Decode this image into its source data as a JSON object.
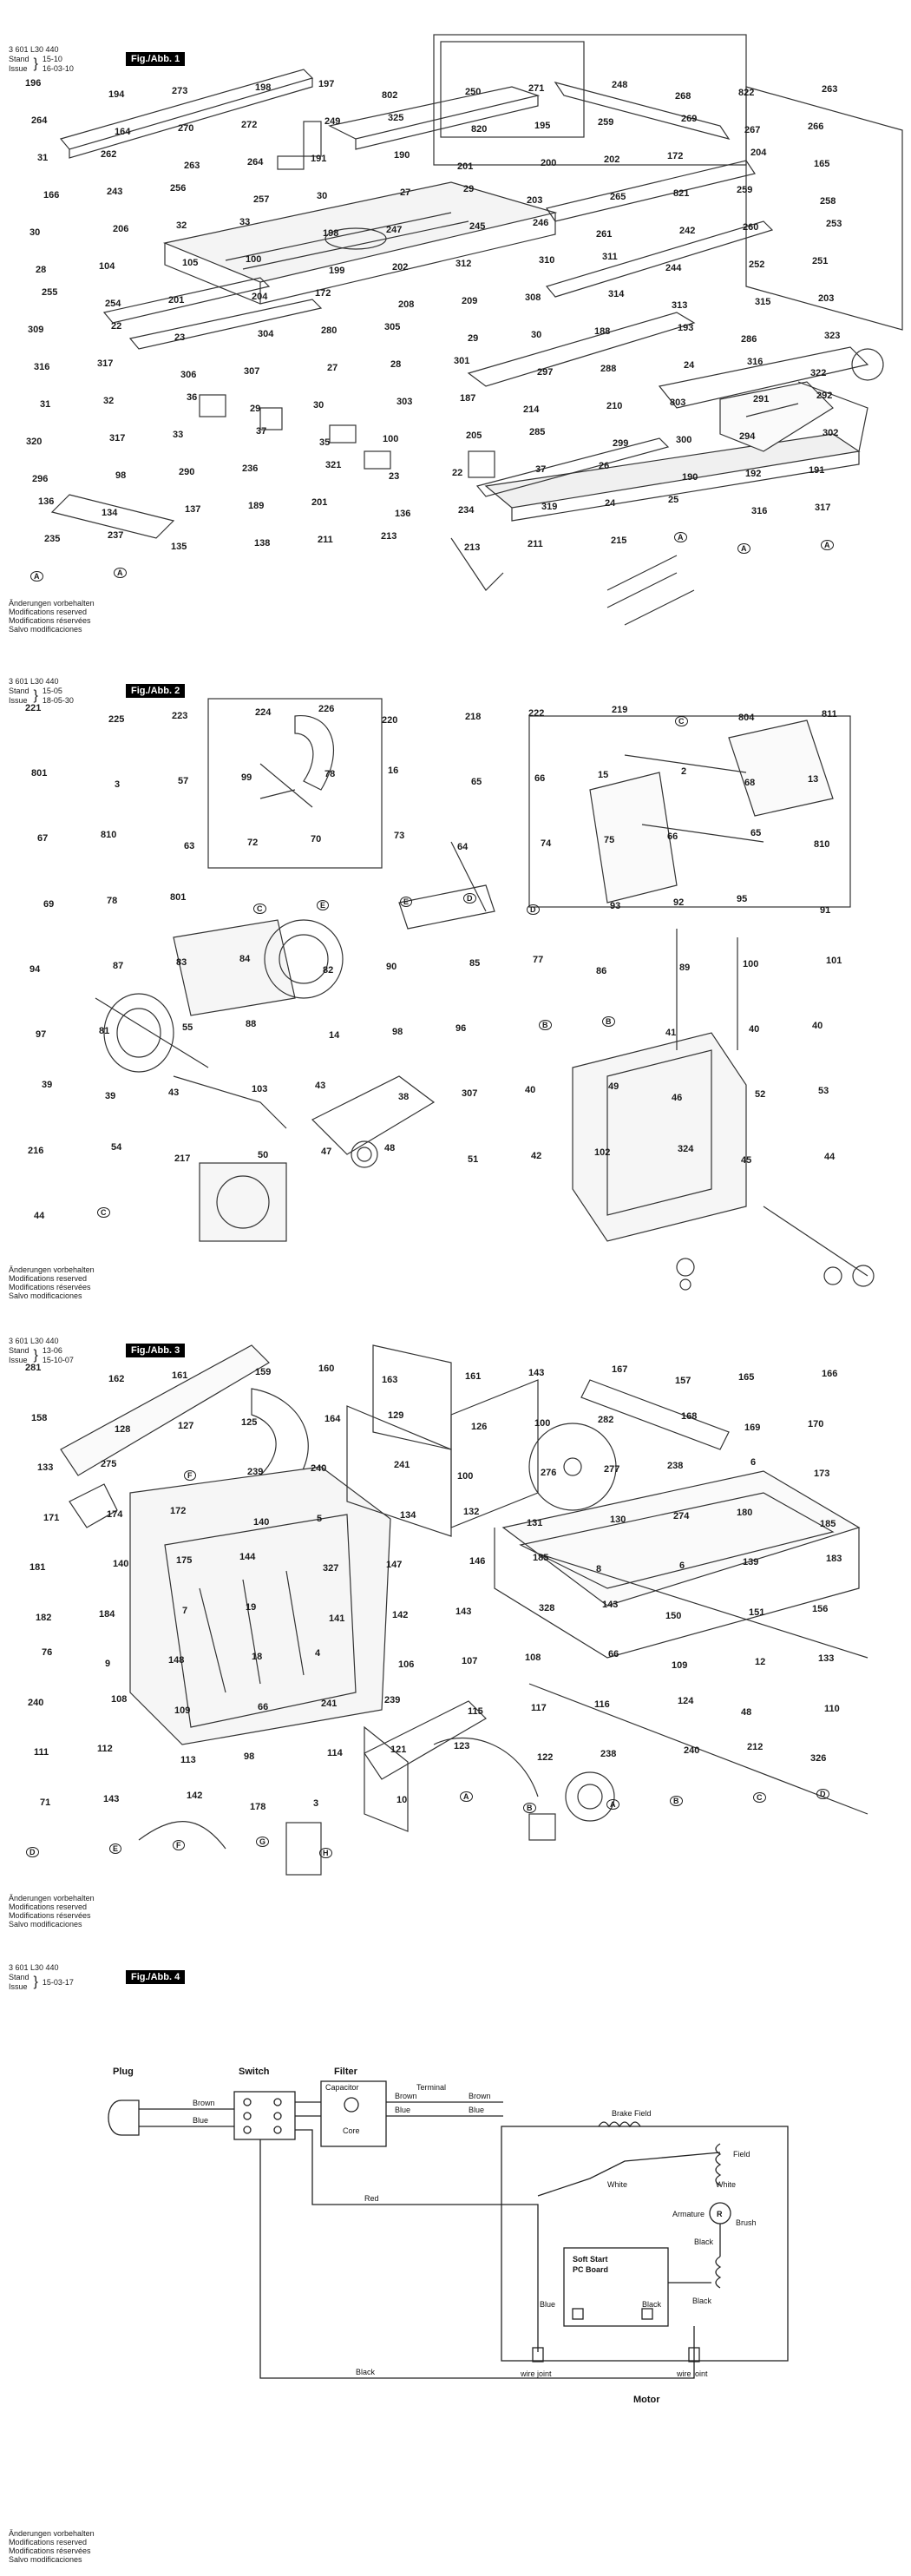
{
  "sheets": [
    {
      "part_no": "3 601 L30 440",
      "stand_label": "Stand",
      "issue_label": "Issue",
      "stand_value": "15-10",
      "issue_value": "16-03-10",
      "fig_label": "Fig./Abb. 1",
      "callouts": [
        "196",
        "194",
        "273",
        "198",
        "197",
        "802",
        "250",
        "271",
        "248",
        "268",
        "822",
        "263",
        "264",
        "164",
        "270",
        "272",
        "249",
        "325",
        "820",
        "195",
        "259",
        "269",
        "267",
        "266",
        "31",
        "262",
        "263",
        "264",
        "191",
        "190",
        "201",
        "200",
        "202",
        "172",
        "204",
        "165",
        "166",
        "243",
        "256",
        "257",
        "30",
        "27",
        "29",
        "203",
        "265",
        "821",
        "259",
        "258",
        "30",
        "206",
        "32",
        "33",
        "198",
        "247",
        "245",
        "246",
        "261",
        "242",
        "260",
        "253",
        "28",
        "104",
        "105",
        "100",
        "199",
        "202",
        "312",
        "310",
        "311",
        "244",
        "252",
        "251",
        "255",
        "254",
        "201",
        "204",
        "172",
        "208",
        "209",
        "308",
        "314",
        "313",
        "315",
        "203",
        "309",
        "22",
        "23",
        "304",
        "280",
        "305",
        "29",
        "30",
        "188",
        "193",
        "286",
        "323",
        "316",
        "317",
        "306",
        "307",
        "27",
        "28",
        "301",
        "297",
        "288",
        "24",
        "316",
        "322",
        "31",
        "32",
        "36",
        "29",
        "30",
        "303",
        "187",
        "214",
        "210",
        "803",
        "291",
        "292",
        "320",
        "317",
        "33",
        "37",
        "35",
        "100",
        "205",
        "285",
        "299",
        "300",
        "294",
        "302",
        "296",
        "98",
        "290",
        "236",
        "321",
        "23",
        "22",
        "37",
        "26",
        "190",
        "192",
        "191",
        "136",
        "134",
        "137",
        "189",
        "201",
        "136",
        "234",
        "319",
        "24",
        "25",
        "316",
        "317",
        "235",
        "237",
        "135",
        "138",
        "211",
        "213",
        "213",
        "211",
        "215",
        "A",
        "A",
        "A",
        "A",
        "A"
      ],
      "footer": [
        "Änderungen vorbehalten",
        "Modifications reserved",
        "Modifications réservées",
        "Salvo modificaciones"
      ]
    },
    {
      "part_no": "3 601 L30 440",
      "stand_label": "Stand",
      "issue_label": "Issue",
      "stand_value": "15-05",
      "issue_value": "18-05-30",
      "fig_label": "Fig./Abb. 2",
      "callouts": [
        "221",
        "225",
        "223",
        "224",
        "226",
        "220",
        "218",
        "222",
        "219",
        "C",
        "804",
        "811",
        "801",
        "3",
        "57",
        "99",
        "78",
        "16",
        "65",
        "66",
        "15",
        "2",
        "68",
        "13",
        "67",
        "810",
        "63",
        "72",
        "70",
        "73",
        "64",
        "74",
        "75",
        "66",
        "65",
        "810",
        "69",
        "78",
        "801",
        "C",
        "E",
        "E",
        "D",
        "D",
        "93",
        "92",
        "95",
        "91",
        "94",
        "87",
        "83",
        "84",
        "82",
        "90",
        "85",
        "77",
        "86",
        "89",
        "100",
        "101",
        "97",
        "81",
        "55",
        "88",
        "14",
        "98",
        "96",
        "B",
        "B",
        "41",
        "40",
        "40",
        "39",
        "39",
        "43",
        "103",
        "43",
        "38",
        "307",
        "40",
        "49",
        "46",
        "52",
        "53",
        "216",
        "54",
        "217",
        "50",
        "47",
        "48",
        "51",
        "42",
        "102",
        "324",
        "45",
        "44",
        "44",
        "C"
      ],
      "footer": [
        "Änderungen vorbehalten",
        "Modifications reserved",
        "Modifications réservées",
        "Salvo modificaciones"
      ]
    },
    {
      "part_no": "3 601 L30 440",
      "stand_label": "Stand",
      "issue_label": "Issue",
      "stand_value": "13-06",
      "issue_value": "15-10-07",
      "fig_label": "Fig./Abb. 3",
      "callouts": [
        "281",
        "162",
        "161",
        "159",
        "160",
        "163",
        "161",
        "143",
        "167",
        "157",
        "165",
        "166",
        "158",
        "128",
        "127",
        "125",
        "164",
        "129",
        "126",
        "100",
        "282",
        "168",
        "169",
        "170",
        "133",
        "275",
        "F",
        "239",
        "240",
        "241",
        "100",
        "276",
        "277",
        "238",
        "6",
        "173",
        "171",
        "174",
        "172",
        "140",
        "5",
        "134",
        "132",
        "131",
        "130",
        "274",
        "180",
        "185",
        "181",
        "140",
        "175",
        "144",
        "327",
        "147",
        "146",
        "185",
        "8",
        "6",
        "139",
        "183",
        "182",
        "184",
        "7",
        "19",
        "141",
        "142",
        "143",
        "328",
        "143",
        "150",
        "151",
        "156",
        "76",
        "9",
        "148",
        "18",
        "4",
        "106",
        "107",
        "108",
        "66",
        "109",
        "12",
        "133",
        "240",
        "108",
        "109",
        "66",
        "241",
        "239",
        "115",
        "117",
        "116",
        "124",
        "48",
        "110",
        "111",
        "112",
        "113",
        "98",
        "114",
        "121",
        "123",
        "122",
        "238",
        "240",
        "212",
        "326",
        "71",
        "143",
        "142",
        "178",
        "3",
        "10",
        "A",
        "B",
        "A",
        "B",
        "C",
        "D",
        "D",
        "E",
        "F",
        "G",
        "H"
      ],
      "footer": [
        "Änderungen vorbehalten",
        "Modifications reserved",
        "Modifications réservées",
        "Salvo modificaciones"
      ]
    },
    {
      "part_no": "3 601 L30 440",
      "stand_label": "Stand",
      "issue_label": "Issue",
      "stand_value": "",
      "issue_value": "15-03-17",
      "fig_label": "Fig./Abb. 4",
      "wiring": {
        "plug": "Plug",
        "switch": "Switch",
        "filter": "Filter",
        "capacitor": "Capacitor",
        "terminal": "Terminal",
        "brown": "Brown",
        "blue": "Blue",
        "core": "Core",
        "red": "Red",
        "black": "Black",
        "white": "White",
        "brake_field": "Brake Field",
        "field": "Field",
        "armature": "Armature",
        "brush": "Brush",
        "soft_start": "Soft Start",
        "pc_board": "PC Board",
        "wire_joint": "wire joint",
        "motor": "Motor",
        "r": "R"
      },
      "footer": [
        "Änderungen vorbehalten",
        "Modifications reserved",
        "Modifications réservées",
        "Salvo modificaciones"
      ]
    }
  ]
}
